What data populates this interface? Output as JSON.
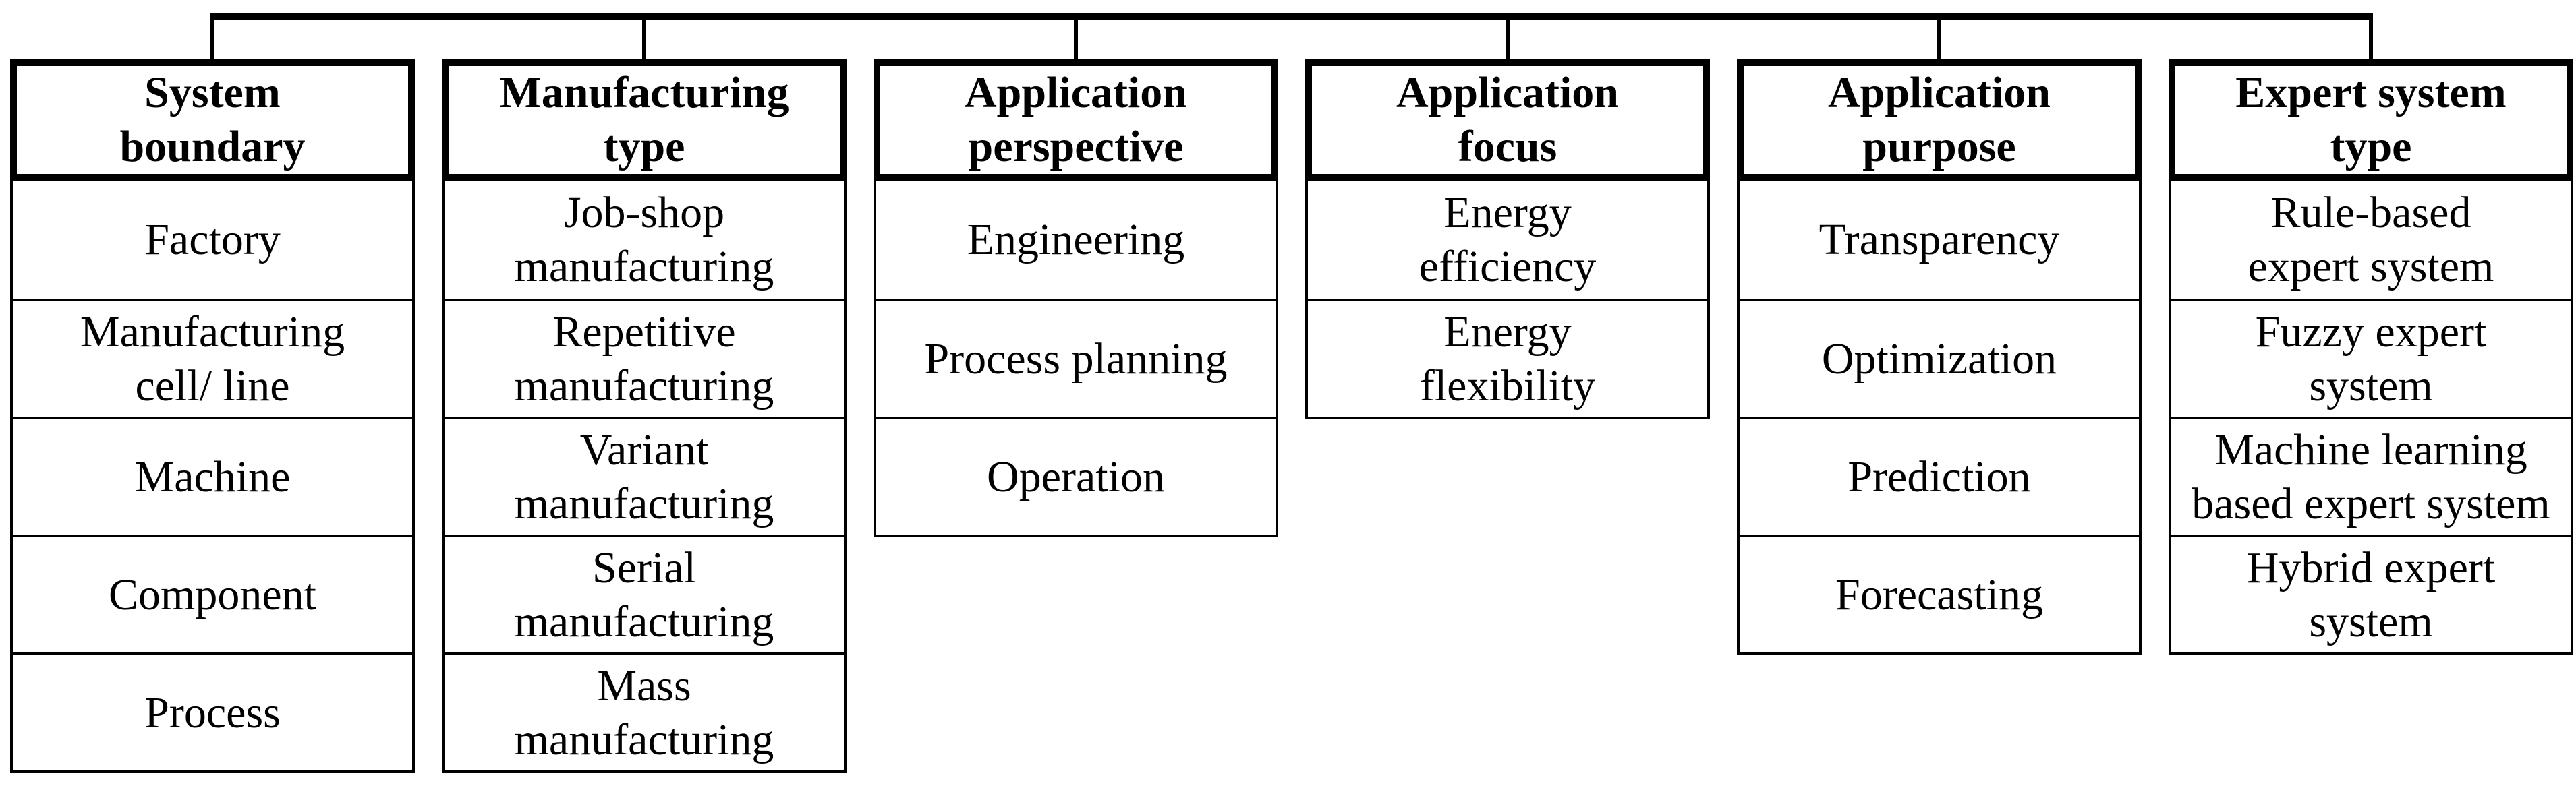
{
  "diagram": {
    "colors": {
      "line": "#000000",
      "box_border": "#000000",
      "background": "#ffffff",
      "text": "#000000"
    },
    "columns": [
      {
        "header": "System\nboundary",
        "items": [
          "Factory",
          "Manufacturing\ncell/ line",
          "Machine",
          "Component",
          "Process"
        ]
      },
      {
        "header": "Manufacturing\ntype",
        "items": [
          "Job-shop\nmanufacturing",
          "Repetitive\nmanufacturing",
          "Variant\nmanufacturing",
          "Serial\nmanufacturing",
          "Mass\nmanufacturing"
        ]
      },
      {
        "header": "Application\nperspective",
        "items": [
          "Engineering",
          "Process planning",
          "Operation"
        ]
      },
      {
        "header": "Application\nfocus",
        "items": [
          "Energy\nefficiency",
          "Energy\nflexibility"
        ]
      },
      {
        "header": "Application\npurpose",
        "items": [
          "Transparency",
          "Optimization",
          "Prediction",
          "Forecasting"
        ]
      },
      {
        "header": "Expert system\ntype",
        "items": [
          "Rule-based\nexpert system",
          "Fuzzy expert\nsystem",
          "Machine learning\nbased expert system",
          "Hybrid expert\nsystem"
        ]
      }
    ]
  }
}
